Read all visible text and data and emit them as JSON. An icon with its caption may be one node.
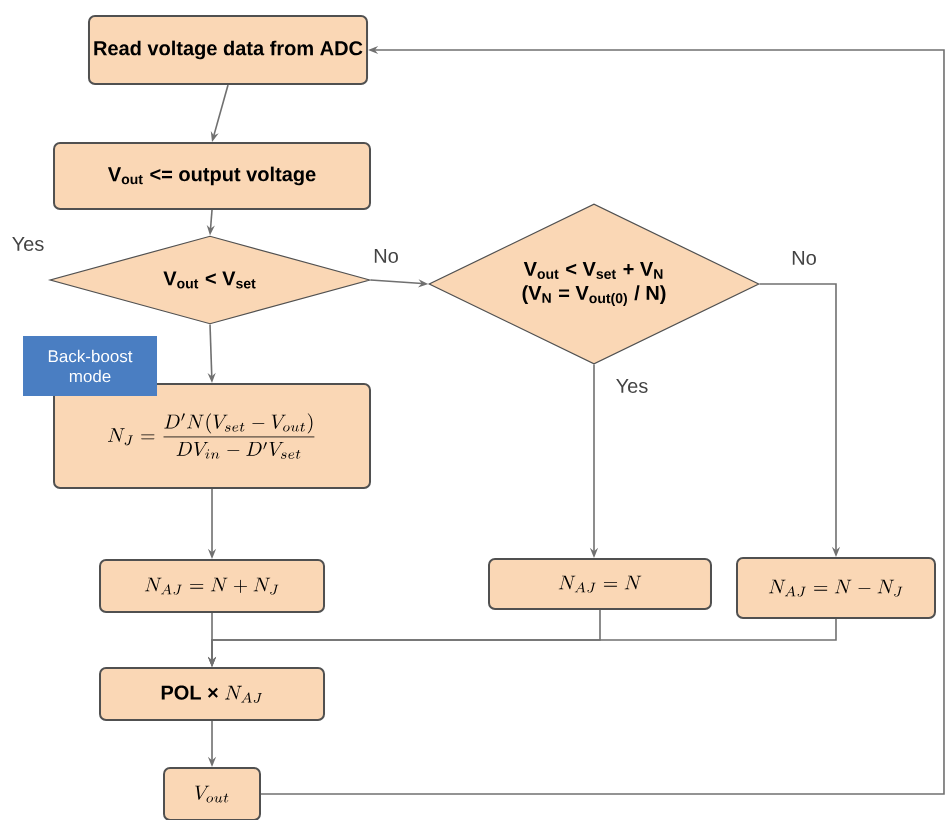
{
  "diagram": {
    "nodes": [
      {
        "text": [
          "Read voltage data from ADC"
        ]
      },
      {
        "text": [
          "V$_{out}$ <= output voltage"
        ]
      },
      {
        "text": [
          "V$_{out}$ < V$_{set}$"
        ]
      },
      {
        "text": [
          "V$_{out}$ < V$_{set}$ + V$_{N}$",
          "(V$_{N}$ = V$_{out(0)}$ / N)"
        ]
      },
      {
        "text": [
          "Back-boost mode"
        ]
      },
      {
        "text": [
          "N_J = \\frac{D'N(V_{set} - V_{out})}{DV_{in} - D'V_{set}}"
        ]
      },
      {
        "text": [
          "N_{AJ} = N + N_J"
        ]
      },
      {
        "text": [
          "N_{AJ} = N"
        ]
      },
      {
        "text": [
          "N_{AJ} = N - N_J"
        ]
      },
      {
        "text": [
          "POL ×",
          "N_{AJ}"
        ]
      },
      {
        "text": [
          "V_{out}"
        ]
      }
    ],
    "edges": [
      {
        "from": 0,
        "to": 1,
        "arrow": "to"
      },
      {
        "from": 1,
        "to": 2,
        "arrow": "to"
      },
      {
        "from": 2,
        "to": 3,
        "arrow": "to",
        "label": "No"
      },
      {
        "from": 2,
        "to": 5,
        "arrow": "to"
      },
      {
        "from": 3,
        "to": 7,
        "arrow": "to",
        "label": "Yes"
      },
      {
        "from": 3,
        "to": 8,
        "arrow": "to",
        "label": "No"
      },
      {
        "from": 5,
        "to": 6,
        "arrow": "to"
      },
      {
        "from": 6,
        "to": 9,
        "arrow": "to"
      },
      {
        "from": 7,
        "to": 9,
        "arrow": "to"
      },
      {
        "from": 8,
        "to": 9,
        "arrow": "to"
      },
      {
        "from": 9,
        "to": 10,
        "arrow": "to"
      },
      {
        "from": 10,
        "to": 0,
        "arrow": "to"
      }
    ],
    "labels": [
      "Yes"
    ]
  }
}
